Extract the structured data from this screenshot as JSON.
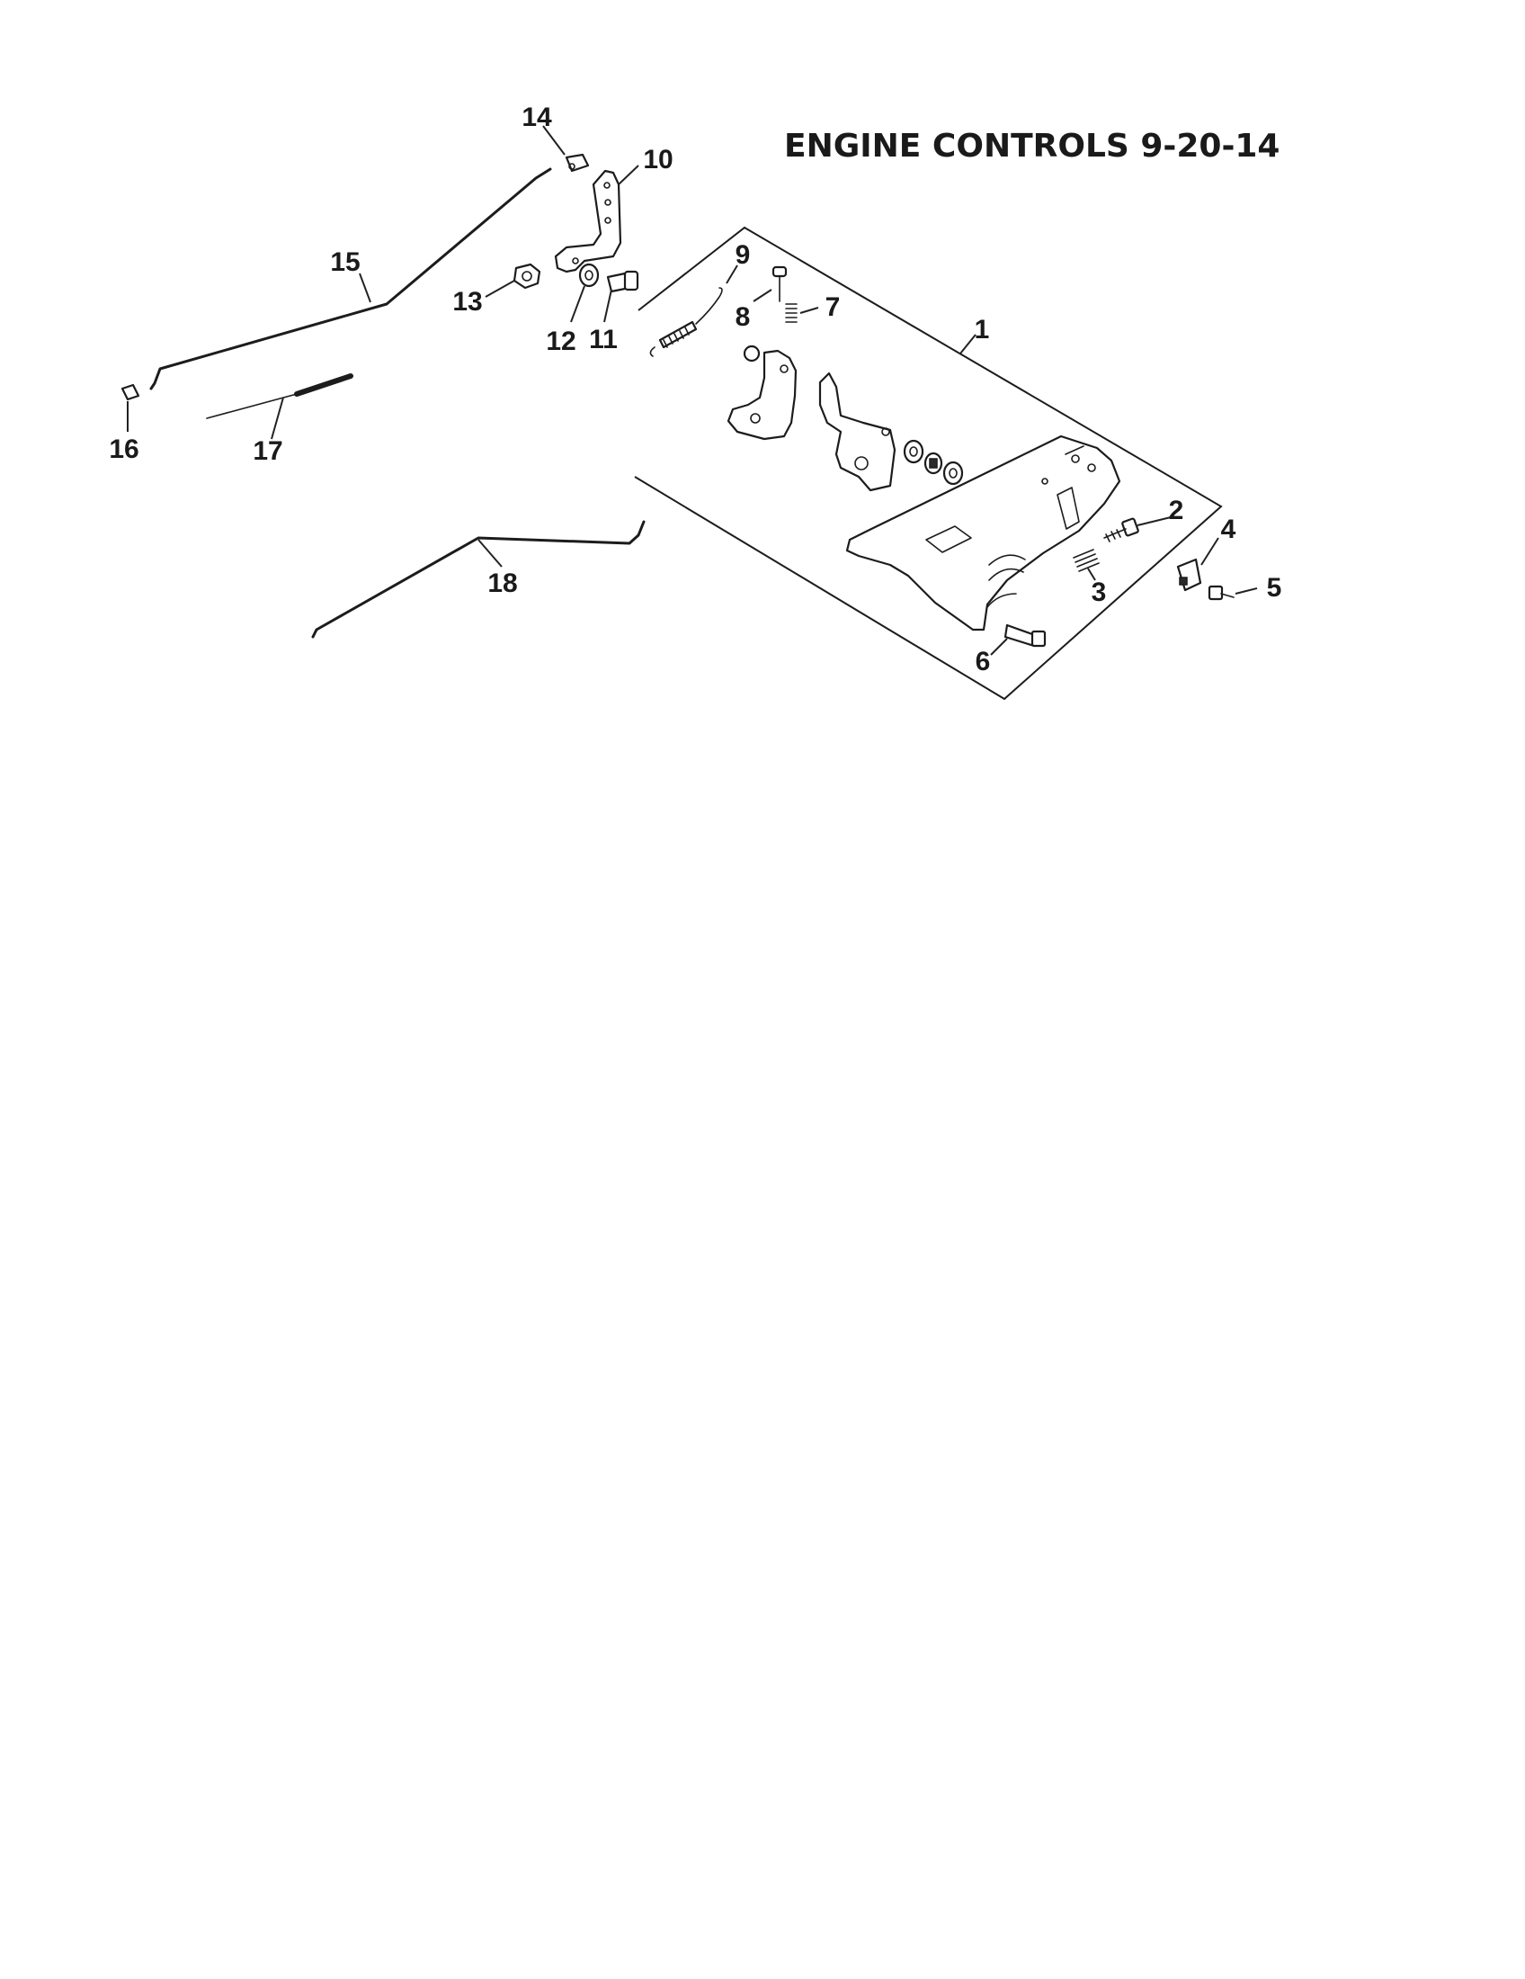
{
  "title": "ENGINE CONTROLS 9-20-14",
  "callouts": {
    "c1": "1",
    "c2": "2",
    "c3": "3",
    "c4": "4",
    "c5": "5",
    "c6": "6",
    "c7": "7",
    "c8": "8",
    "c9": "9",
    "c10": "10",
    "c11": "11",
    "c12": "12",
    "c13": "13",
    "c14": "14",
    "c15": "15",
    "c16": "16",
    "c17": "17",
    "c18": "18"
  }
}
